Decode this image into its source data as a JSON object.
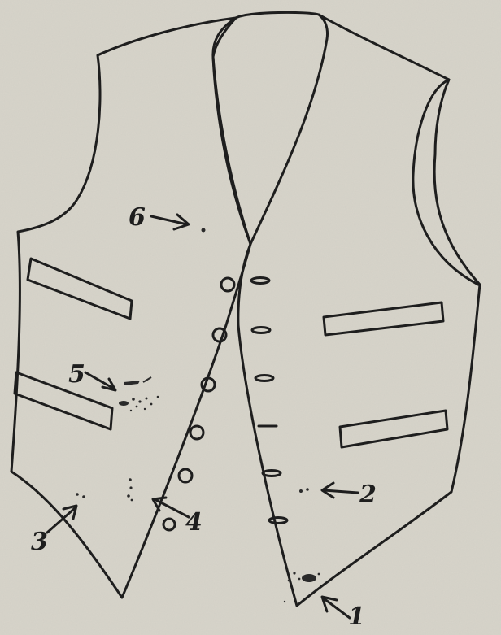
{
  "figure": {
    "subject": "vest",
    "colors": {
      "paper": "#d8d5cb",
      "ink": "#1e1e1e",
      "stain": "#2a2a2a"
    }
  },
  "labels": {
    "one": "1",
    "two": "2",
    "three": "3",
    "four": "4",
    "five": "5",
    "six": "6"
  }
}
